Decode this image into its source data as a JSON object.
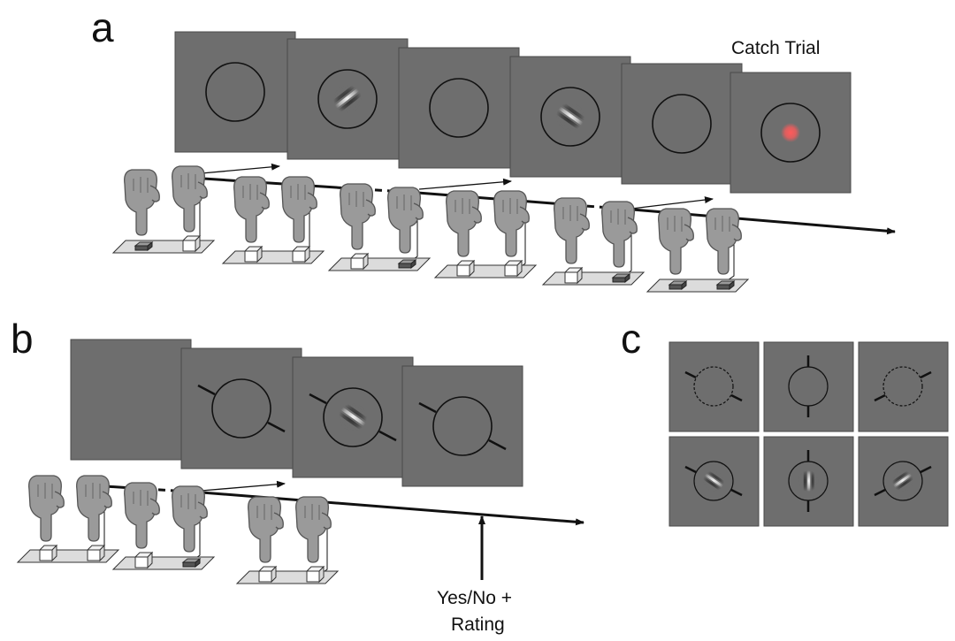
{
  "panels": {
    "a": {
      "letter": "a",
      "catch_label": "Catch Trial"
    },
    "b": {
      "letter": "b",
      "response_label_line1": "Yes/No +",
      "response_label_line2": "Rating"
    },
    "c": {
      "letter": "c"
    }
  },
  "colors": {
    "screen": "#6e6e6e",
    "screen_border": "#4a4a4a",
    "hand": "#9a9a9a",
    "catch_dot": "#ff5a5a",
    "line": "#111111"
  },
  "icons": [
    "hand-icon",
    "button-icon",
    "gabor-icon",
    "catch-dot-icon",
    "arrow-icon"
  ]
}
